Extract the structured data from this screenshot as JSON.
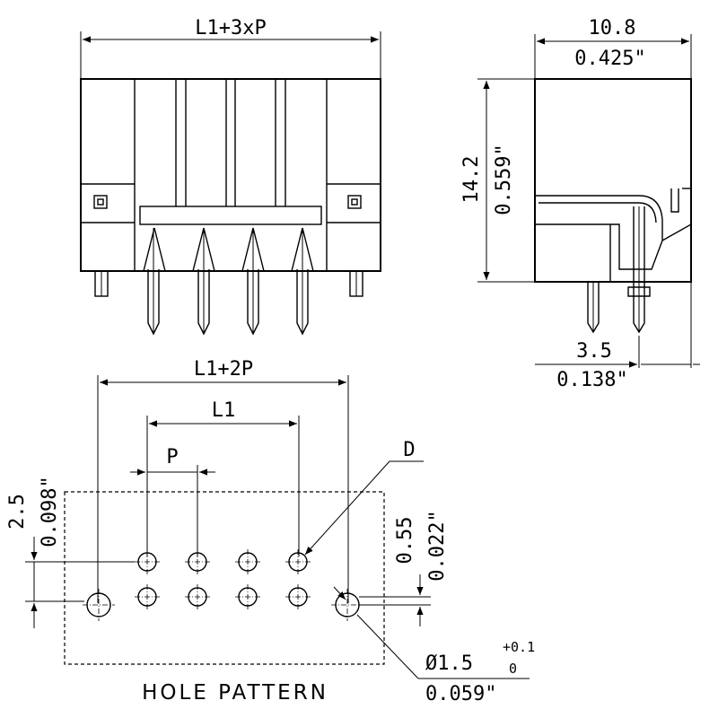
{
  "front_view": {
    "width_label": "L1+3xP"
  },
  "side_view": {
    "width_mm": "10.8",
    "width_in": "0.425\"",
    "height_mm": "14.2",
    "height_in": "0.559\"",
    "pin_offset_mm": "3.5",
    "pin_offset_in": "0.138\""
  },
  "hole_pattern": {
    "title": "HOLE PATTERN",
    "span_label": "L1+2P",
    "l1_label": "L1",
    "pitch_label": "P",
    "diameter_callout": "D",
    "row_offset_mm": "2.5",
    "row_offset_in": "0.098\"",
    "small_offset_mm": "0.55",
    "small_offset_in": "0.022\"",
    "hole_diameter": "Ø1.5",
    "tol_plus": "+0.1",
    "tol_minus": "0",
    "hole_diameter_in": "0.059\""
  }
}
